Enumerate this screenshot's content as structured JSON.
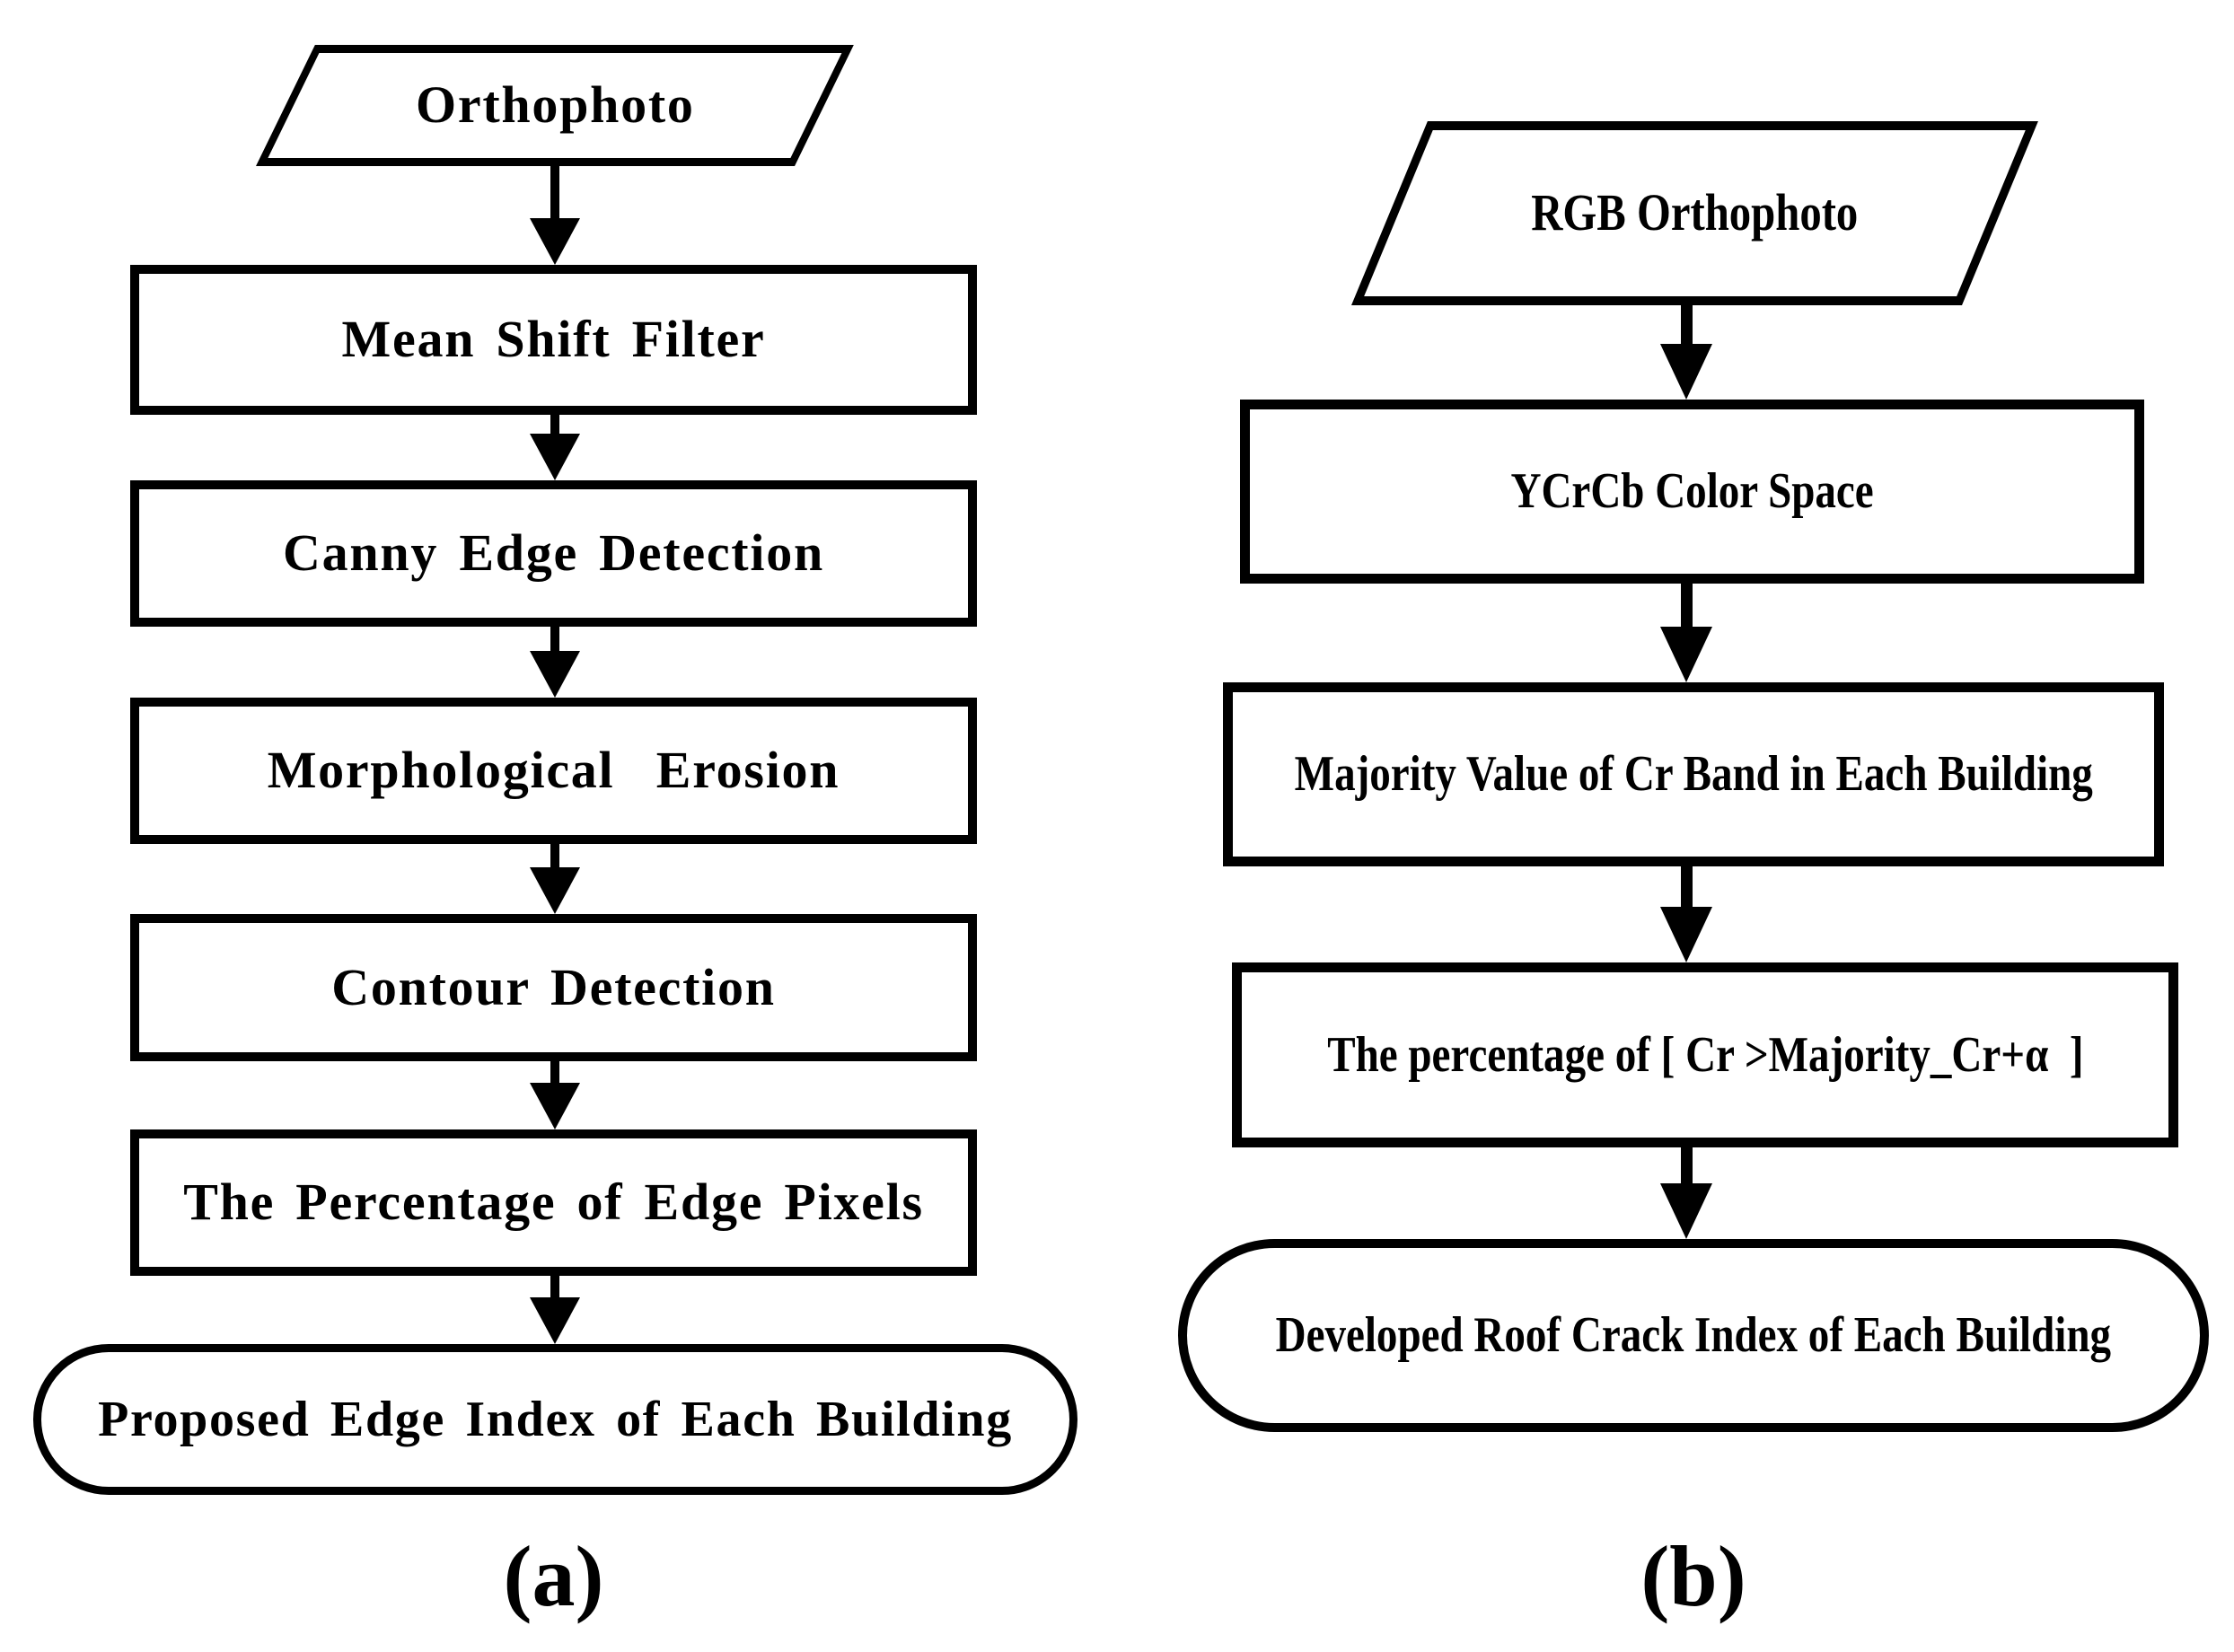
{
  "figure": {
    "background_color": "#ffffff",
    "ink_color": "#000000"
  },
  "flowchart_a": {
    "caption": "(a)",
    "nodes": [
      {
        "shape": "parallelogram",
        "label": "Orthophoto"
      },
      {
        "shape": "process",
        "label": "Mean Shift Filter"
      },
      {
        "shape": "process",
        "label": "Canny Edge Detection"
      },
      {
        "shape": "process",
        "label": "Morphological  Erosion"
      },
      {
        "shape": "process",
        "label": "Contour Detection"
      },
      {
        "shape": "process",
        "label": "The Percentage of Edge Pixels"
      },
      {
        "shape": "terminator",
        "label": "Proposed Edge Index of Each Building"
      }
    ]
  },
  "flowchart_b": {
    "caption": "(b)",
    "nodes": [
      {
        "shape": "parallelogram",
        "label": "RGB Orthophoto"
      },
      {
        "shape": "process",
        "label": "YCrCb Color Space"
      },
      {
        "shape": "process",
        "label": "Majority Value of Cr Band in Each Building"
      },
      {
        "shape": "process",
        "label": "The percentage of [ Cr >Majority_Cr+α  ]"
      },
      {
        "shape": "terminator",
        "label": "Developed Roof Crack Index of Each Building"
      }
    ]
  }
}
